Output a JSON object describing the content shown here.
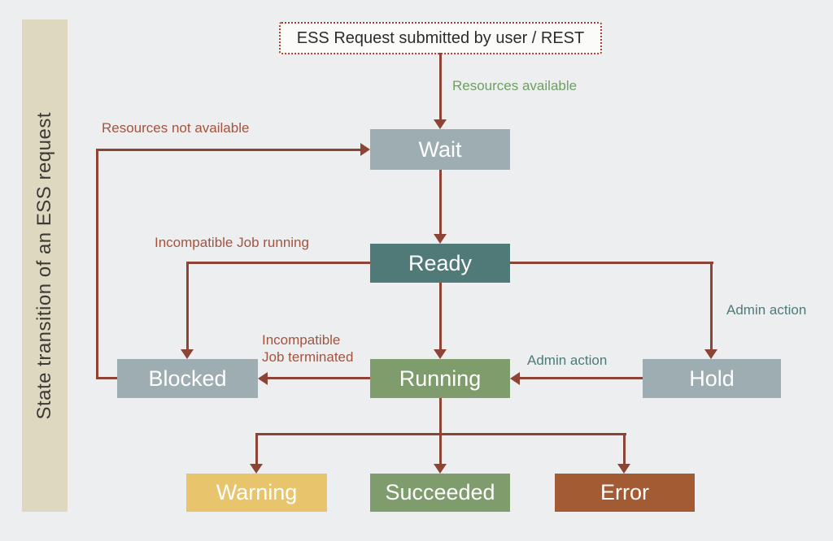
{
  "colors": {
    "bg": "#eceef0",
    "sidebar-bg": "#ded8c1",
    "arrow": "#8e4434",
    "label-maroon": "#a3543e",
    "label-green": "#6f9e62",
    "label-teal": "#4e7a78",
    "node-gray": "#9dadb1",
    "node-teal": "#4f7a77",
    "node-green": "#7e9c6c",
    "node-gold": "#e8c56d",
    "node-rust": "#a35b34",
    "start-border": "#b23b27"
  },
  "sidebar": {
    "title": "State transition of an ESS request"
  },
  "start": {
    "label": "ESS Request submitted by user / REST"
  },
  "nodes": {
    "wait": {
      "label": "Wait"
    },
    "ready": {
      "label": "Ready"
    },
    "blocked": {
      "label": "Blocked"
    },
    "running": {
      "label": "Running"
    },
    "hold": {
      "label": "Hold"
    },
    "warning": {
      "label": "Warning"
    },
    "succeeded": {
      "label": "Succeeded"
    },
    "error": {
      "label": "Error"
    }
  },
  "edges": {
    "resources_available": {
      "from": "start",
      "to": "wait",
      "label": "Resources available"
    },
    "wait_to_ready": {
      "from": "wait",
      "to": "ready",
      "label": ""
    },
    "ready_to_running": {
      "from": "ready",
      "to": "running",
      "label": ""
    },
    "incompatible_job_running": {
      "from": "ready",
      "to": "blocked",
      "label": "Incompatible Job running"
    },
    "admin_action_to_hold": {
      "from": "ready",
      "to": "hold",
      "label": "Admin action"
    },
    "admin_action_to_running": {
      "from": "hold",
      "to": "running",
      "label": "Admin action"
    },
    "incompatible_job_terminated": {
      "from": "running",
      "to": "blocked",
      "label": "Incompatible\nJob terminated"
    },
    "resources_not_available": {
      "from": "blocked",
      "to": "wait",
      "label": "Resources not available"
    },
    "running_to_warning": {
      "from": "running",
      "to": "warning",
      "label": ""
    },
    "running_to_succeeded": {
      "from": "running",
      "to": "succeeded",
      "label": ""
    },
    "running_to_error": {
      "from": "running",
      "to": "error",
      "label": ""
    }
  }
}
